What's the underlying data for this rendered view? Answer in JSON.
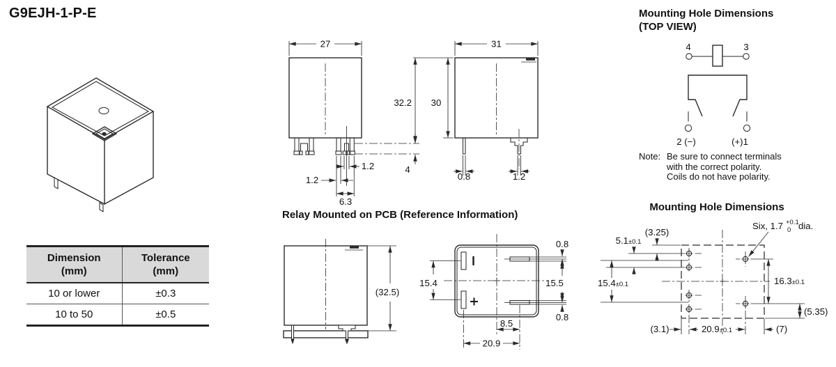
{
  "page": {
    "title": "G9EJH-1-P-E"
  },
  "tolerance_table": {
    "headers": [
      [
        "Dimension",
        "(mm)"
      ],
      [
        "Tolerance",
        "(mm)"
      ]
    ],
    "rows": [
      [
        "10 or lower",
        "±0.3"
      ],
      [
        "10 to 50",
        "±0.5"
      ]
    ]
  },
  "dimensions": {
    "front": {
      "width": "27",
      "height_total": "32.2",
      "pin_length": "4",
      "pin_width_mid": "1.2",
      "pin_width_outer": "1.2",
      "pin_group_width": "6.3"
    },
    "side": {
      "width": "31",
      "body_height": "30",
      "pin_thickness": "0.8",
      "pin_width": "1.2"
    },
    "pcb": {
      "title": "Relay Mounted on PCB (Reference Information)",
      "mounted_height": "(32.5)"
    },
    "bottom": {
      "pitch_left": "15.4",
      "pitch_right": "15.5",
      "pin_t_top": "0.8",
      "pin_t_bottom": "0.8",
      "center_offset": "8.5",
      "span": "20.9",
      "plus_mark": "+"
    }
  },
  "terminal_diagram": {
    "heading_line1": "Mounting Hole Dimensions",
    "heading_line2": "(TOP VIEW)",
    "t4": "4",
    "t3": "3",
    "t2": "2 (−)",
    "t1": "(+)1",
    "note_label": "Note:",
    "note_lines": [
      "Be sure to connect terminals",
      "with the correct polarity.",
      "Coils do not have polarity."
    ]
  },
  "mounting_holes": {
    "heading": "Mounting Hole Dimensions",
    "callout": "Six, 1.7",
    "callout_sup": "+0.1",
    "callout_sub": "0",
    "callout_suffix": "dia.",
    "d325": "(3.25)",
    "d51": "5.1",
    "d51t": "±0.1",
    "d154": "15.4",
    "d154t": "±0.1",
    "d163": "16.3",
    "d163t": "±0.1",
    "d535": "(5.35)",
    "d31": "(3.1)",
    "d209": "20.9",
    "d209t": "±0.1",
    "d7": "(7)"
  }
}
